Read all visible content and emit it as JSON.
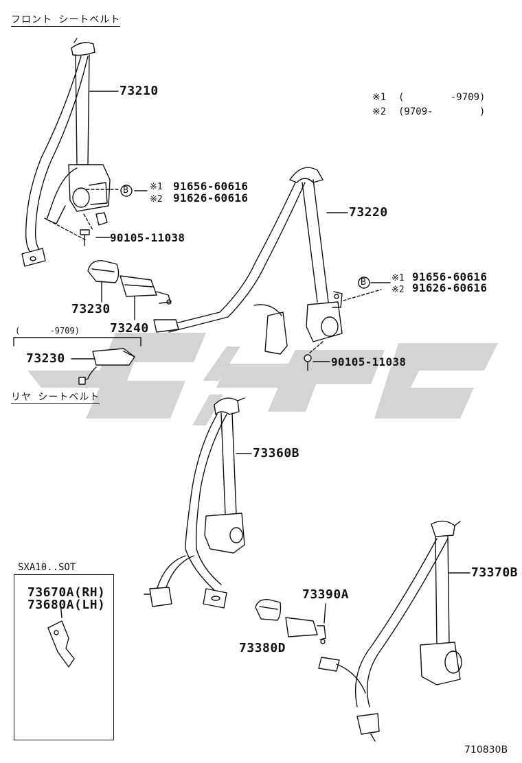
{
  "sections": {
    "front": "フロント シートベルト",
    "rear": "リヤ シートベルト"
  },
  "legend": {
    "row1_mark": "※1",
    "row1_range": "(        -9709)",
    "row2_mark": "※2",
    "row2_range": "(9709-        )"
  },
  "parts": {
    "p73210": "73210",
    "p73220": "73220",
    "p73230a": "73230",
    "p73240": "73240",
    "p73230b": "73230",
    "p73360b": "73360B",
    "p73370b": "73370B",
    "p73390a": "73390A",
    "p73380d": "73380D",
    "p73670a": "73670A(RH)",
    "p73680a": "73680A(LH)"
  },
  "fasteners": {
    "left_mark1": "※1",
    "left_pn1": "91656-60616",
    "left_mark2": "※2",
    "left_pn2": "91626-60616",
    "left_bolt": "90105-11038",
    "right_mark1": "※1",
    "right_pn1": "91656-60616",
    "right_mark2": "※2",
    "right_pn2": "91626-60616",
    "right_bolt": "90105-11038",
    "b_symbol_left": "B",
    "b_symbol_right": "B"
  },
  "variant_note": "(      -9709)",
  "inset_title": "SXA10..SOT",
  "diagram_code": "710830B"
}
